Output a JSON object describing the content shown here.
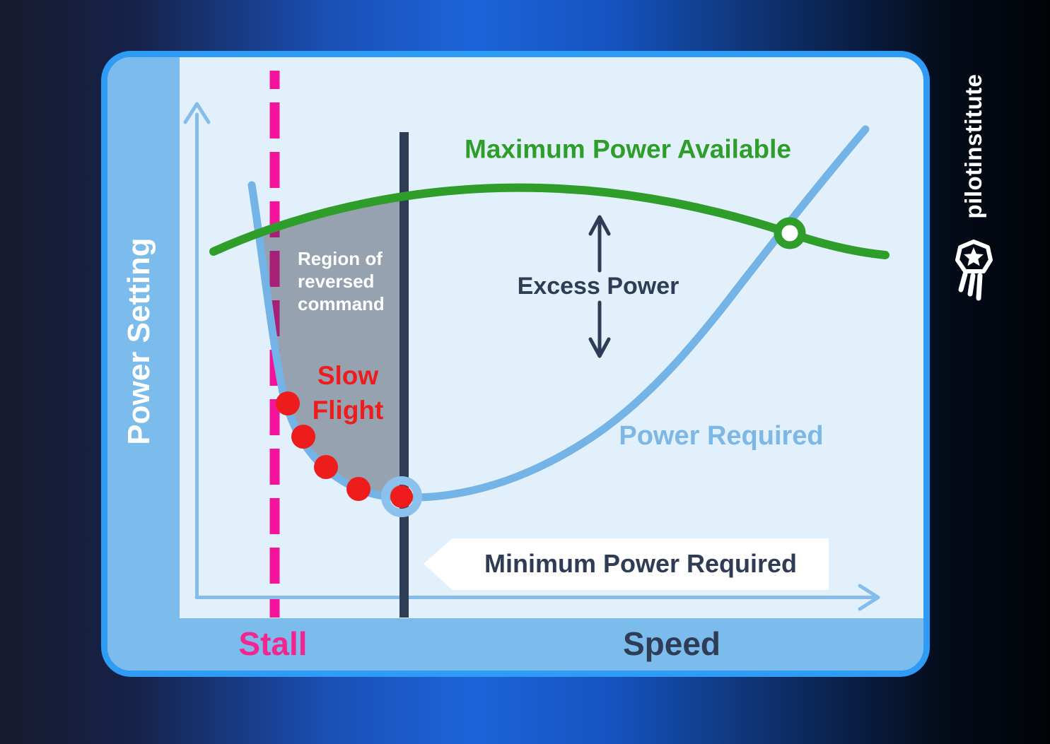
{
  "brand": {
    "logo_text": "pilotinstitute"
  },
  "chart": {
    "y_axis_label": "Power Setting",
    "x_axis_label": "Speed",
    "stall_label": "Stall",
    "curves": {
      "max_power_label": "Maximum Power Available",
      "power_required_label": "Power Required"
    },
    "annotations": {
      "excess_power": "Excess Power",
      "min_power_banner": "Minimum Power Required",
      "region_lines": [
        "Region of",
        "reversed",
        "command"
      ],
      "slow_flight_lines": [
        "Slow",
        "Flight"
      ]
    }
  },
  "icons": {
    "logo_badge": "winged-star-badge-icon"
  },
  "colors": {
    "card_border": "#2e9bf4",
    "card_bg": "#e2f0fb",
    "panel_blue": "#7cbcec",
    "green": "#2f9d2a",
    "curve_blue": "#74b3e6",
    "axis_blue": "#85bce9",
    "navy": "#2e3d55",
    "pink": "#f4149b",
    "muted_pink_in_gray": "#a62077",
    "red": "#ee1c1c",
    "region_gray": "#96a2b0",
    "banner_bg": "#ffffff"
  }
}
